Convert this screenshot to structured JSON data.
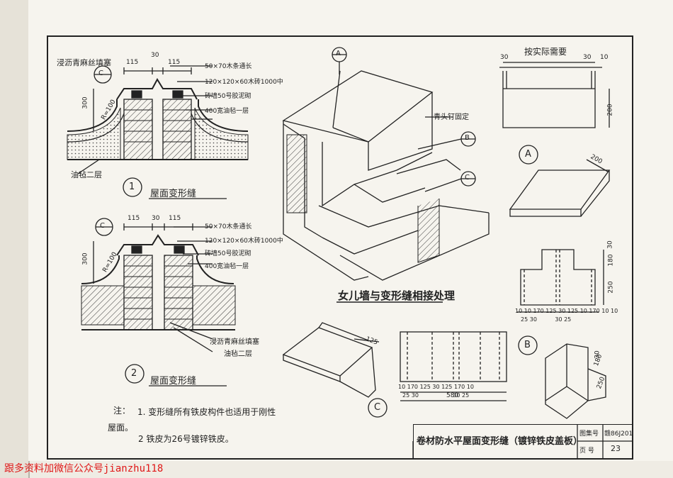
{
  "main_title": "女儿墙与变形缝相接处理",
  "drawing": {
    "title": "卷材防水平屋面变形缝（镀锌铁皮盖板）",
    "atlas_label": "图集号",
    "atlas_number": "赣86J201",
    "page_label": "页 号",
    "page_number": "23"
  },
  "detail1": {
    "marker": "1",
    "caption": "屋面变形缝",
    "section_ref": "C",
    "dims": [
      "115",
      "30",
      "115"
    ],
    "vertical_dim": "300",
    "radius": "R=100",
    "labels": [
      "浸沥青麻丝填塞",
      "50×70木条通长",
      "120×120×60木砖1000中",
      "砖墙50号胶泥砌",
      "400宽油毡一层",
      "油毡二层"
    ]
  },
  "detail2": {
    "marker": "2",
    "caption": "屋面变形缝",
    "section_ref": "C",
    "dims": [
      "115",
      "30",
      "115"
    ],
    "vertical_dim": "300",
    "radius": "R=100",
    "labels": [
      "50×70木条通长",
      "120×120×60木砖1000中",
      "砖墙50号胶泥砌",
      "400宽油毡一层",
      "浸沥青麻丝填塞",
      "油毡二层"
    ]
  },
  "isometric": {
    "refs": [
      "A",
      "B",
      "C"
    ],
    "label": "青头钉固定"
  },
  "detail_A": {
    "marker": "A",
    "note": "按实际需要",
    "dims": [
      "30",
      "30",
      "10",
      "200",
      "200"
    ]
  },
  "detail_B": {
    "marker": "B",
    "dims_top": [
      "30",
      "180",
      "250"
    ],
    "dims_bottom": [
      "10",
      "10",
      "170",
      "125",
      "30",
      "125",
      "10",
      "170",
      "10",
      "10"
    ],
    "dims_sub": [
      "25",
      "30",
      "30",
      "25"
    ],
    "dims_side": [
      "30",
      "180",
      "250"
    ]
  },
  "detail_C": {
    "marker": "C",
    "dims_top": [
      "125"
    ],
    "dims_bottom": [
      "10",
      "170",
      "125",
      "30",
      "125",
      "170",
      "10"
    ],
    "dims_sub": [
      "25",
      "30",
      "30",
      "25"
    ],
    "total": "580"
  },
  "notes": {
    "heading": "注：",
    "line1": "1. 变形缝所有铁皮构件也适用于刚性屋面。",
    "line2": "2 铁皮为26号镀锌铁皮。"
  },
  "watermark": "跟多资料加微信公众号jianzhu118"
}
